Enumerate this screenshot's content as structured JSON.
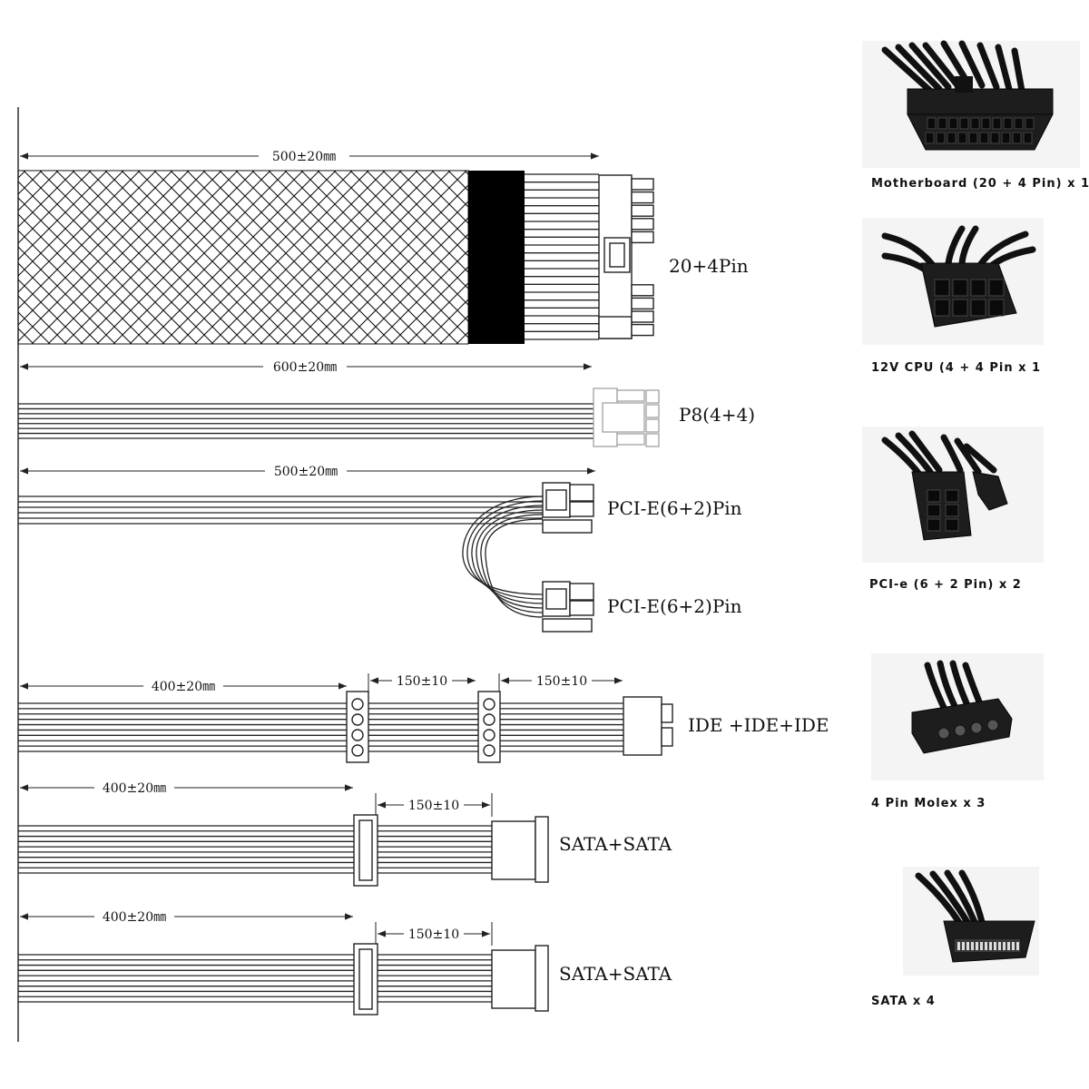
{
  "cables": [
    {
      "length_label": "500±20㎜",
      "connector_label": "20+4Pin"
    },
    {
      "length_label": "600±20㎜",
      "connector_label": "P8(4+4)"
    },
    {
      "length_label": "500±20㎜",
      "connector_labels": [
        "PCI-E(6+2)Pin",
        "PCI-E(6+2)Pin"
      ]
    },
    {
      "length_label": "400±20㎜",
      "segment_labels": [
        "150±10",
        "150±10"
      ],
      "connector_label": "IDE +IDE+IDE"
    },
    {
      "length_label": "400±20㎜",
      "segment_labels": [
        "150±10"
      ],
      "connector_label": "SATA+SATA"
    },
    {
      "length_label": "400±20㎜",
      "segment_labels": [
        "150±10"
      ],
      "connector_label": "SATA+SATA"
    }
  ],
  "photos": [
    {
      "caption": "Motherboard (20 + 4 Pin) x 1",
      "icon": "atx-24pin-connector-icon"
    },
    {
      "caption": "12V CPU (4 + 4 Pin x 1",
      "icon": "cpu-8pin-connector-icon"
    },
    {
      "caption": "PCI-e (6 + 2 Pin) x 2",
      "icon": "pcie-6plus2-connector-icon"
    },
    {
      "caption": "4 Pin Molex x 3",
      "icon": "molex-connector-icon"
    },
    {
      "caption": "SATA x 4",
      "icon": "sata-connector-icon"
    }
  ],
  "colors": {
    "line": "#222222",
    "sleeve": "#000000",
    "background": "#ffffff"
  }
}
